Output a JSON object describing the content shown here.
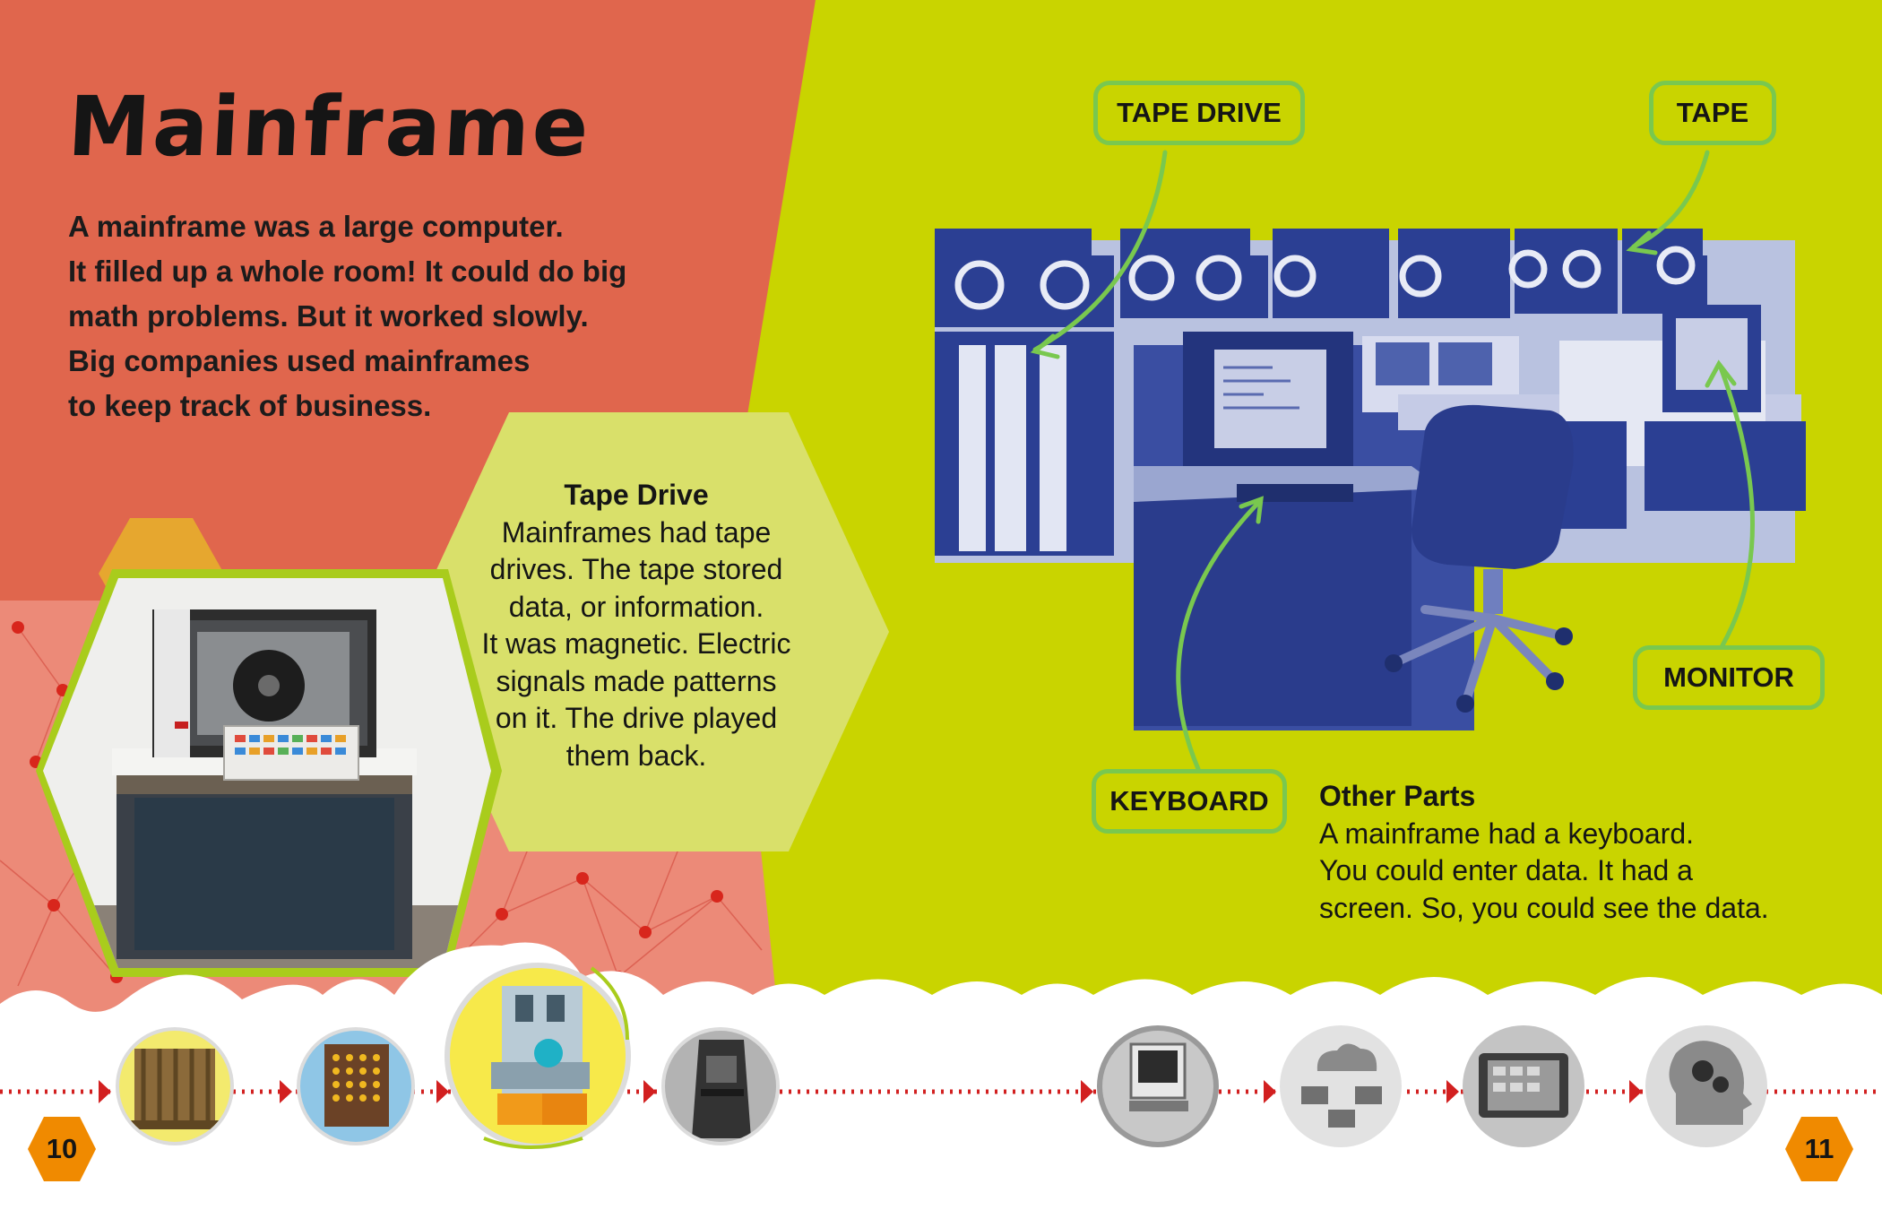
{
  "page_title": "Mainframe",
  "intro_lines": [
    "A mainframe was a large computer.",
    "It filled up a whole room! It could do big",
    "math problems. But it worked slowly.",
    "Big companies used mainframes",
    "to keep track of business."
  ],
  "tape_drive_box": {
    "title": "Tape Drive",
    "lines": [
      "Mainframes had tape",
      "drives. The tape stored",
      "data, or information.",
      "It was magnetic. Electric",
      "signals made patterns",
      "on it. The drive played",
      "them back."
    ]
  },
  "callouts": {
    "tape_drive": "TAPE DRIVE",
    "tape": "TAPE",
    "monitor": "MONITOR",
    "keyboard": "KEYBOARD"
  },
  "other_parts": {
    "title": "Other Parts",
    "lines": [
      "A mainframe had a keyboard.",
      "You could enter data. It had a",
      "screen. So, you could see the data."
    ]
  },
  "page_numbers": {
    "left": "10",
    "right": "11"
  },
  "timeline_icons": [
    "difference-engine-icon",
    "punch-card-machine-icon",
    "mainframe-console-icon",
    "arcade-cabinet-icon",
    "desktop-computer-icon",
    "cloud-network-icon",
    "tablet-icon",
    "ai-head-gears-icon"
  ],
  "colors": {
    "left_background": "#e0664d",
    "right_background": "#c9d400",
    "hexagon_panel": "#d9e06a",
    "callout_border": "#79c84f",
    "photo_tint": "#2b3f93",
    "page_number_badge": "#f08a00",
    "timeline_dots": "#d22020"
  }
}
